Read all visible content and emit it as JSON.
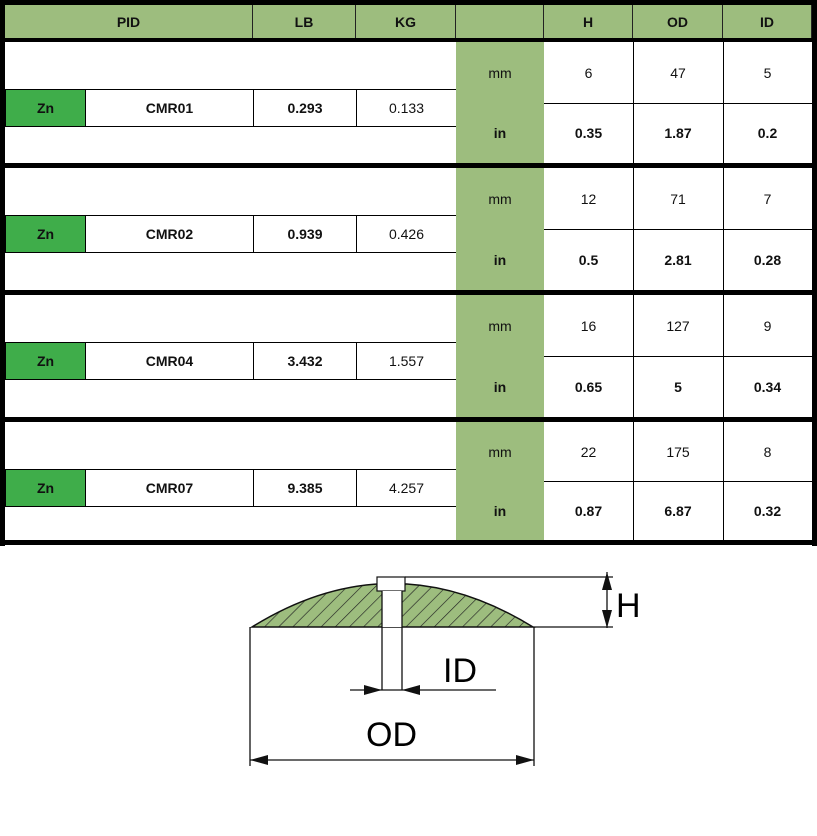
{
  "header": {
    "pid": "PID",
    "lb": "LB",
    "kg": "KG",
    "unit": "",
    "h": "H",
    "od": "OD",
    "id": "ID"
  },
  "rows": [
    {
      "material": "Zn",
      "pid": "CMR01",
      "lb": "0.293",
      "kg": "0.133",
      "mm": {
        "unit": "mm",
        "h": "6",
        "od": "47",
        "id": "5"
      },
      "in": {
        "unit": "in",
        "h": "0.35",
        "od": "1.87",
        "id": "0.2"
      }
    },
    {
      "material": "Zn",
      "pid": "CMR02",
      "lb": "0.939",
      "kg": "0.426",
      "mm": {
        "unit": "mm",
        "h": "12",
        "od": "71",
        "id": "7"
      },
      "in": {
        "unit": "in",
        "h": "0.5",
        "od": "2.81",
        "id": "0.28"
      }
    },
    {
      "material": "Zn",
      "pid": "CMR04",
      "lb": "3.432",
      "kg": "1.557",
      "mm": {
        "unit": "mm",
        "h": "16",
        "od": "127",
        "id": "9"
      },
      "in": {
        "unit": "in",
        "h": "0.65",
        "od": "5",
        "id": "0.34"
      }
    },
    {
      "material": "Zn",
      "pid": "CMR07",
      "lb": "9.385",
      "kg": "4.257",
      "mm": {
        "unit": "mm",
        "h": "22",
        "od": "175",
        "id": "8"
      },
      "in": {
        "unit": "in",
        "h": "0.87",
        "od": "6.87",
        "id": "0.32"
      }
    }
  ],
  "diagram": {
    "h_label": "H",
    "id_label": "ID",
    "od_label": "OD",
    "fill": "#9dbd7e"
  }
}
